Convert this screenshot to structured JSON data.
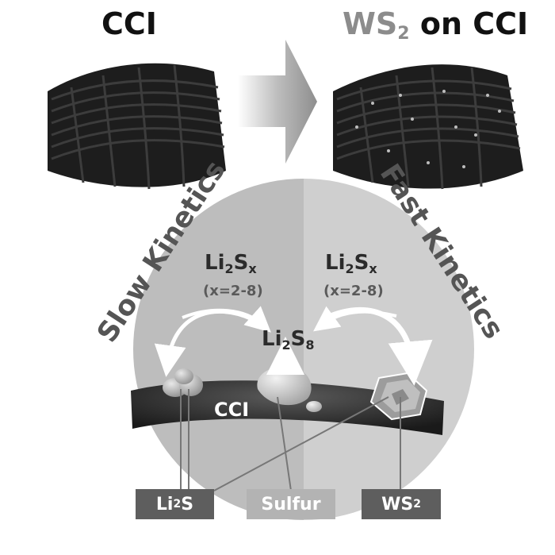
{
  "titles": {
    "left": "CCI",
    "right_prefix": "WS",
    "right_sub": "2",
    "right_suffix": " on CCI"
  },
  "kinetics": {
    "slow": "Slow Kinetics",
    "fast": "Fast Kinetics"
  },
  "species": {
    "polysulfide_left": {
      "base": "Li",
      "sub1": "2",
      "mid": "S",
      "sub2": "x"
    },
    "polysulfide_right": {
      "base": "Li",
      "sub1": "2",
      "mid": "S",
      "sub2": "x"
    },
    "condition_left": "(x=2-8)",
    "condition_right": "(x=2-8)",
    "center": {
      "base": "Li",
      "sub1": "2",
      "mid": "S",
      "sub2": "8"
    }
  },
  "fiber_label": "CCI",
  "legend": {
    "li2s": {
      "base": "Li",
      "sub": "2",
      "suffix": "S",
      "color": "#5e5e5e"
    },
    "sulfur": {
      "text": "Sulfur",
      "color": "#b3b3b3"
    },
    "ws2": {
      "base": "WS",
      "sub": "2",
      "color": "#5e5e5e"
    }
  }
}
